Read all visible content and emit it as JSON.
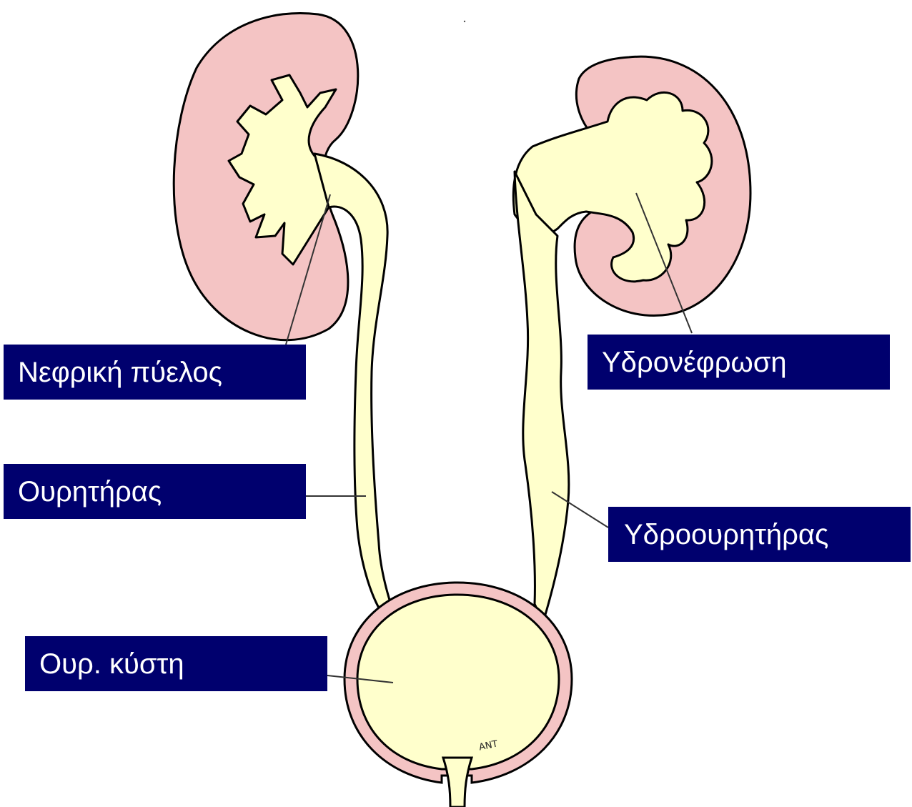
{
  "labels": {
    "renal_pelvis": "Νεφρική πύελος",
    "hydronephrosis": "Υδρονέφρωση",
    "ureter": "Ουρητήρας",
    "hydroureter": "Υδροουρητήρας",
    "bladder": "Ουρ. κύστη"
  },
  "signature": "ΑΝΤ",
  "colors": {
    "kidney": "#f4c4c4",
    "urine": "#ffffcc",
    "label_bg": "#00006e",
    "label_text": "#ffffff",
    "outline": "#000000"
  }
}
